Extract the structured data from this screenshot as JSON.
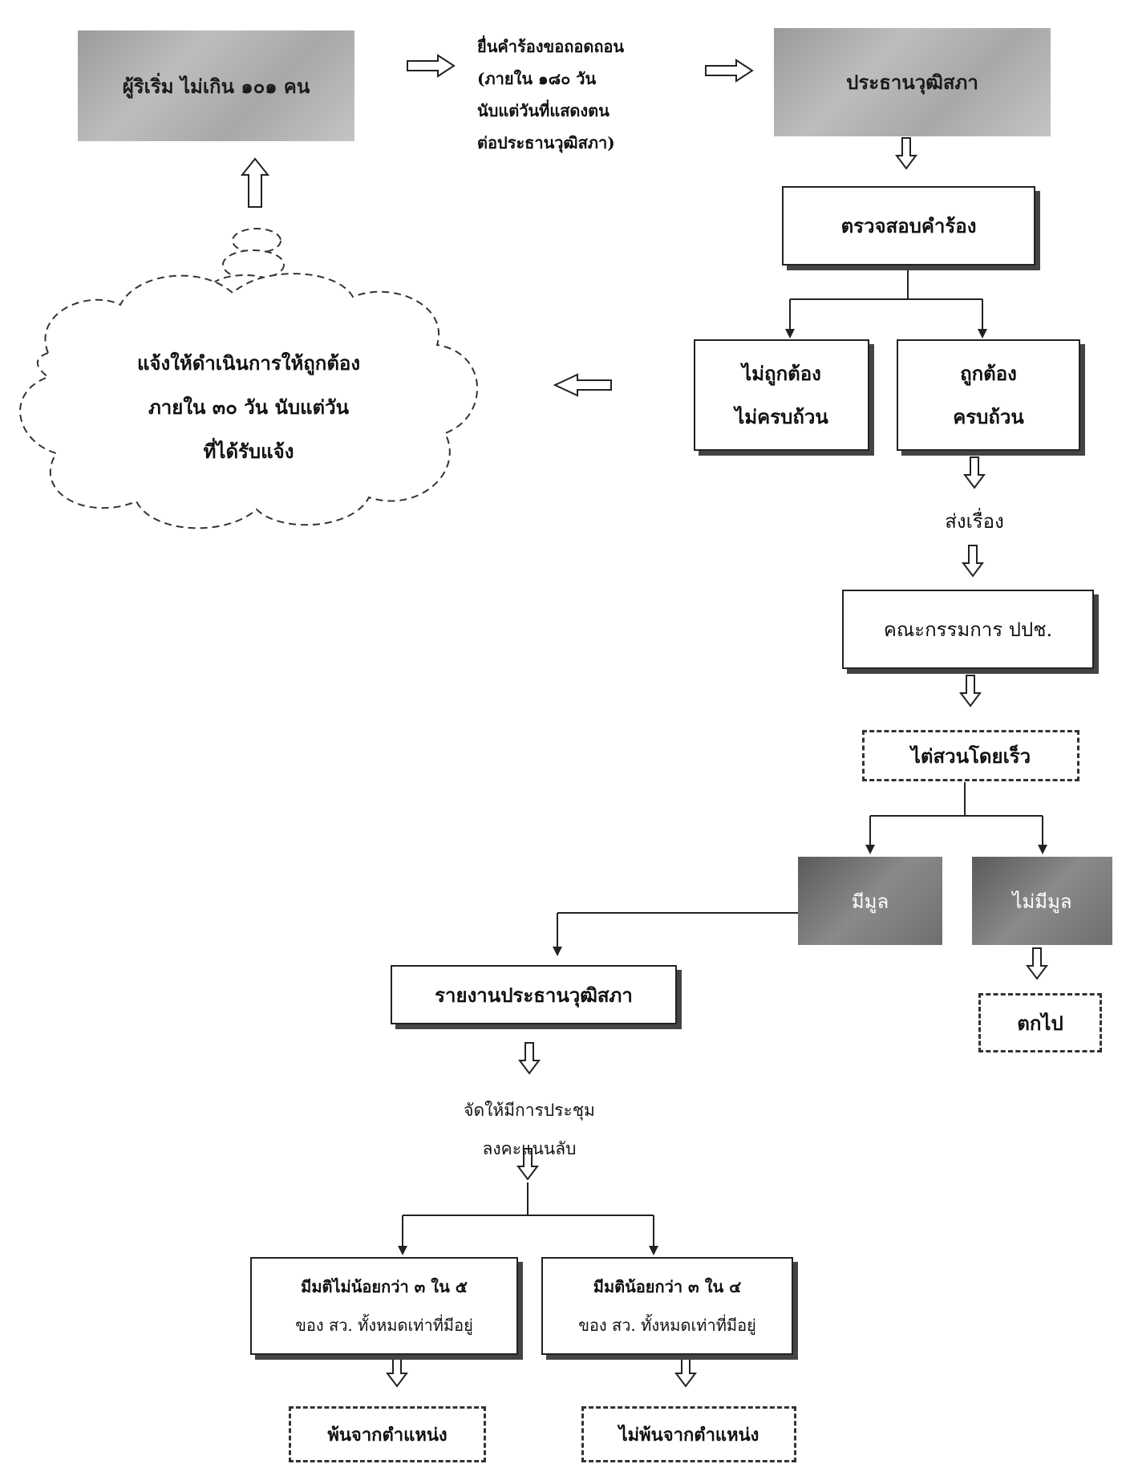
{
  "initiators": "ผู้ริเริ่ม ไม่เกิน ๑๐๑ คน",
  "submit_request": [
    "ยื่นคำร้องขอถอดถอน",
    "(ภายใน ๑๘๐ วัน",
    "นับแต่วันที่แสดงตน",
    "ต่อประธานวุฒิสภา)"
  ],
  "senate_president": "ประธานวุฒิสภา",
  "verify_request": "ตรวจสอบคำร้อง",
  "incorrect": [
    "ไม่ถูกต้อง",
    "ไม่ครบถ้วน"
  ],
  "correct": [
    "ถูกต้อง",
    "ครบถ้วน"
  ],
  "notify_cloud": [
    "แจ้งให้ดำเนินการให้ถูกต้อง",
    "ภายใน ๓๐ วัน นับแต่วัน",
    "ที่ได้รับแจ้ง"
  ],
  "forward": "ส่งเรื่อง",
  "committee": "คณะกรรมการ ปปช.",
  "investigate": "ไต่สวนโดยเร็ว",
  "has_grounds": "มีมูล",
  "no_grounds": "ไม่มีมูล",
  "dropped": "ตกไป",
  "report": "รายงานประธานวุฒิสภา",
  "meeting": [
    "จัดให้มีการประชุม",
    "ลงคะแนนลับ"
  ],
  "vote_pass": [
    "มีมติไม่น้อยกว่า ๓ ใน ๕",
    "ของ สว. ทั้งหมดเท่าที่มีอยู่"
  ],
  "vote_fail": [
    "มีมติน้อยกว่า ๓ ใน ๔",
    "ของ สว. ทั้งหมดเท่าที่มีอยู่"
  ],
  "removed": "พ้นจากตำแหน่ง",
  "not_removed": "ไม่พ้นจากตำแหน่ง"
}
